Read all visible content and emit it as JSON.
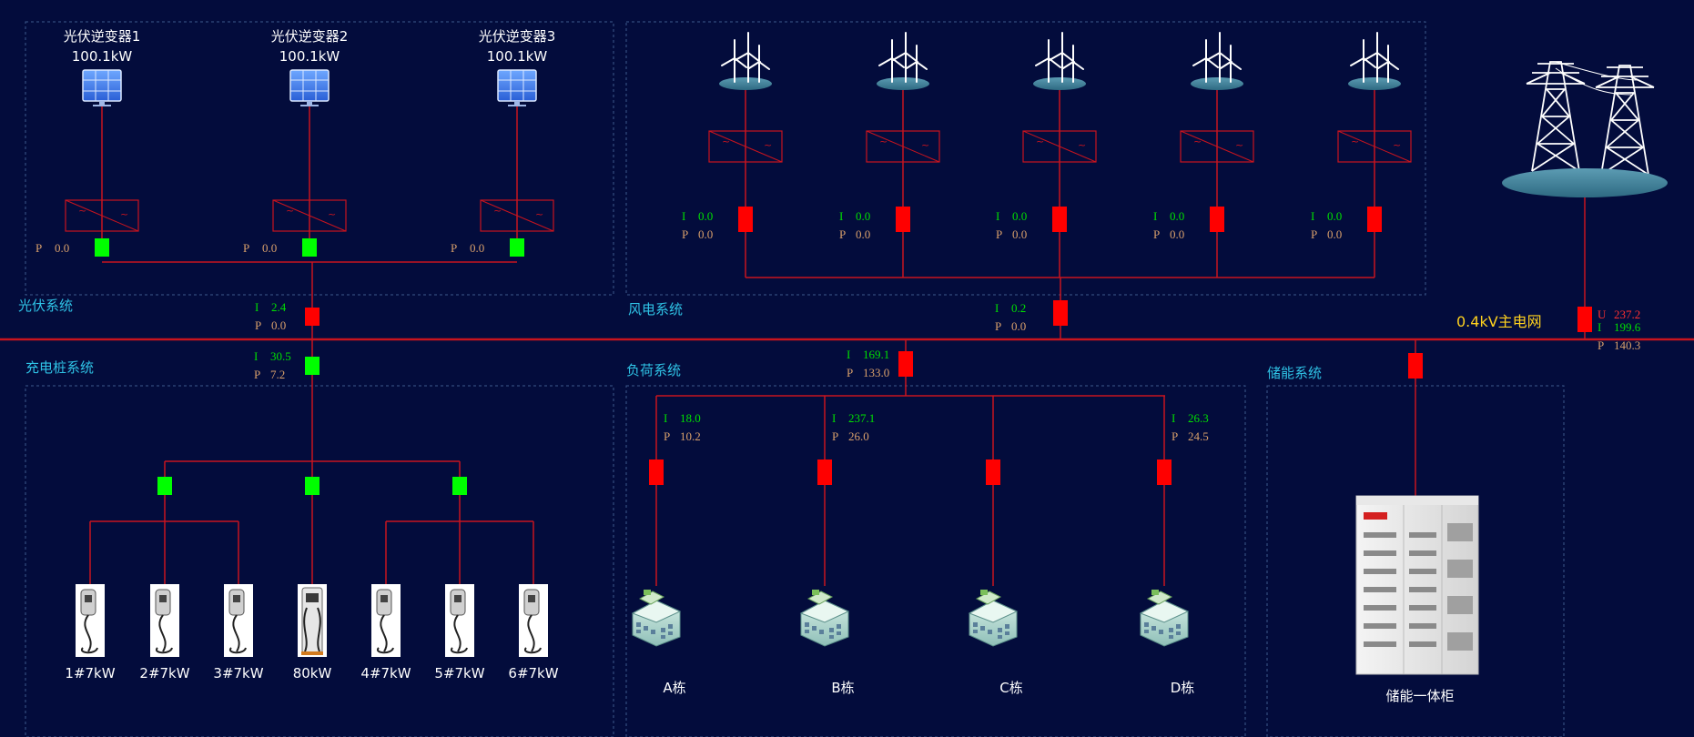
{
  "colors": {
    "background": "#030c3c",
    "line": "#c8141e",
    "switch_closed": "#00ff00",
    "switch_open": "#ff0000",
    "section_title": "#2fc3e6",
    "section_border": "#3c5a8c",
    "current_value": "#00e000",
    "power_value": "#d9a06b",
    "voltage_value": "#ff3030",
    "grid_label": "#ffd21e"
  },
  "sections": {
    "pv": "光伏系统",
    "wind": "风电系统",
    "charging": "充电桩系统",
    "load": "负荷系统",
    "storage": "储能系统"
  },
  "pv": {
    "inverters": [
      {
        "name": "光伏逆变器1",
        "rating": "100.1kW",
        "p_label": "P",
        "p": "0.0",
        "switch": "closed"
      },
      {
        "name": "光伏逆变器2",
        "rating": "100.1kW",
        "p_label": "P",
        "p": "0.0",
        "switch": "closed"
      },
      {
        "name": "光伏逆变器3",
        "rating": "100.1kW",
        "p_label": "P",
        "p": "0.0",
        "switch": "closed"
      }
    ],
    "feeder": {
      "i_label": "I",
      "i": "2.4",
      "p_label": "P",
      "p": "0.0",
      "switch": "open"
    }
  },
  "wind": {
    "turbines": [
      {
        "i_label": "I",
        "i": "0.0",
        "p_label": "P",
        "p": "0.0",
        "switch": "open"
      },
      {
        "i_label": "I",
        "i": "0.0",
        "p_label": "P",
        "p": "0.0",
        "switch": "open"
      },
      {
        "i_label": "I",
        "i": "0.0",
        "p_label": "P",
        "p": "0.0",
        "switch": "open"
      },
      {
        "i_label": "I",
        "i": "0.0",
        "p_label": "P",
        "p": "0.0",
        "switch": "open"
      },
      {
        "i_label": "I",
        "i": "0.0",
        "p_label": "P",
        "p": "0.0",
        "switch": "open"
      }
    ],
    "feeder": {
      "i_label": "I",
      "i": "0.2",
      "p_label": "P",
      "p": "0.0",
      "switch": "open"
    }
  },
  "grid": {
    "label": "0.4kV主电网",
    "u_label": "U",
    "u": "237.2",
    "i_label": "I",
    "i": "199.6",
    "p_label": "P",
    "p": "140.3",
    "switch": "open"
  },
  "charging": {
    "feeder": {
      "i_label": "I",
      "i": "30.5",
      "p_label": "P",
      "p": "7.2",
      "switch": "closed"
    },
    "branch_switches": [
      "closed",
      "closed",
      "closed"
    ],
    "chargers": [
      {
        "label": "1#7kW",
        "type": "ac"
      },
      {
        "label": "2#7kW",
        "type": "ac"
      },
      {
        "label": "3#7kW",
        "type": "ac"
      },
      {
        "label": "80kW",
        "type": "dc"
      },
      {
        "label": "4#7kW",
        "type": "ac"
      },
      {
        "label": "5#7kW",
        "type": "ac"
      },
      {
        "label": "6#7kW",
        "type": "ac"
      }
    ]
  },
  "load": {
    "feeder": {
      "i_label": "I",
      "i": "169.1",
      "p_label": "P",
      "p": "133.0",
      "switch": "open"
    },
    "buildings": [
      {
        "name": "A栋",
        "i_label": "I",
        "i": "18.0",
        "p_label": "P",
        "p": "10.2",
        "switch": "open"
      },
      {
        "name": "B栋",
        "i_label": "I",
        "i": "237.1",
        "p_label": "P",
        "p": "26.0",
        "switch": "open"
      },
      {
        "name": "C栋",
        "i_label": "",
        "i": "",
        "p_label": "",
        "p": "",
        "switch": "open"
      },
      {
        "name": "D栋",
        "i_label": "I",
        "i": "26.3",
        "p_label": "P",
        "p": "24.5",
        "switch": "open"
      }
    ]
  },
  "storage": {
    "name": "储能一体柜",
    "switch": "open"
  }
}
